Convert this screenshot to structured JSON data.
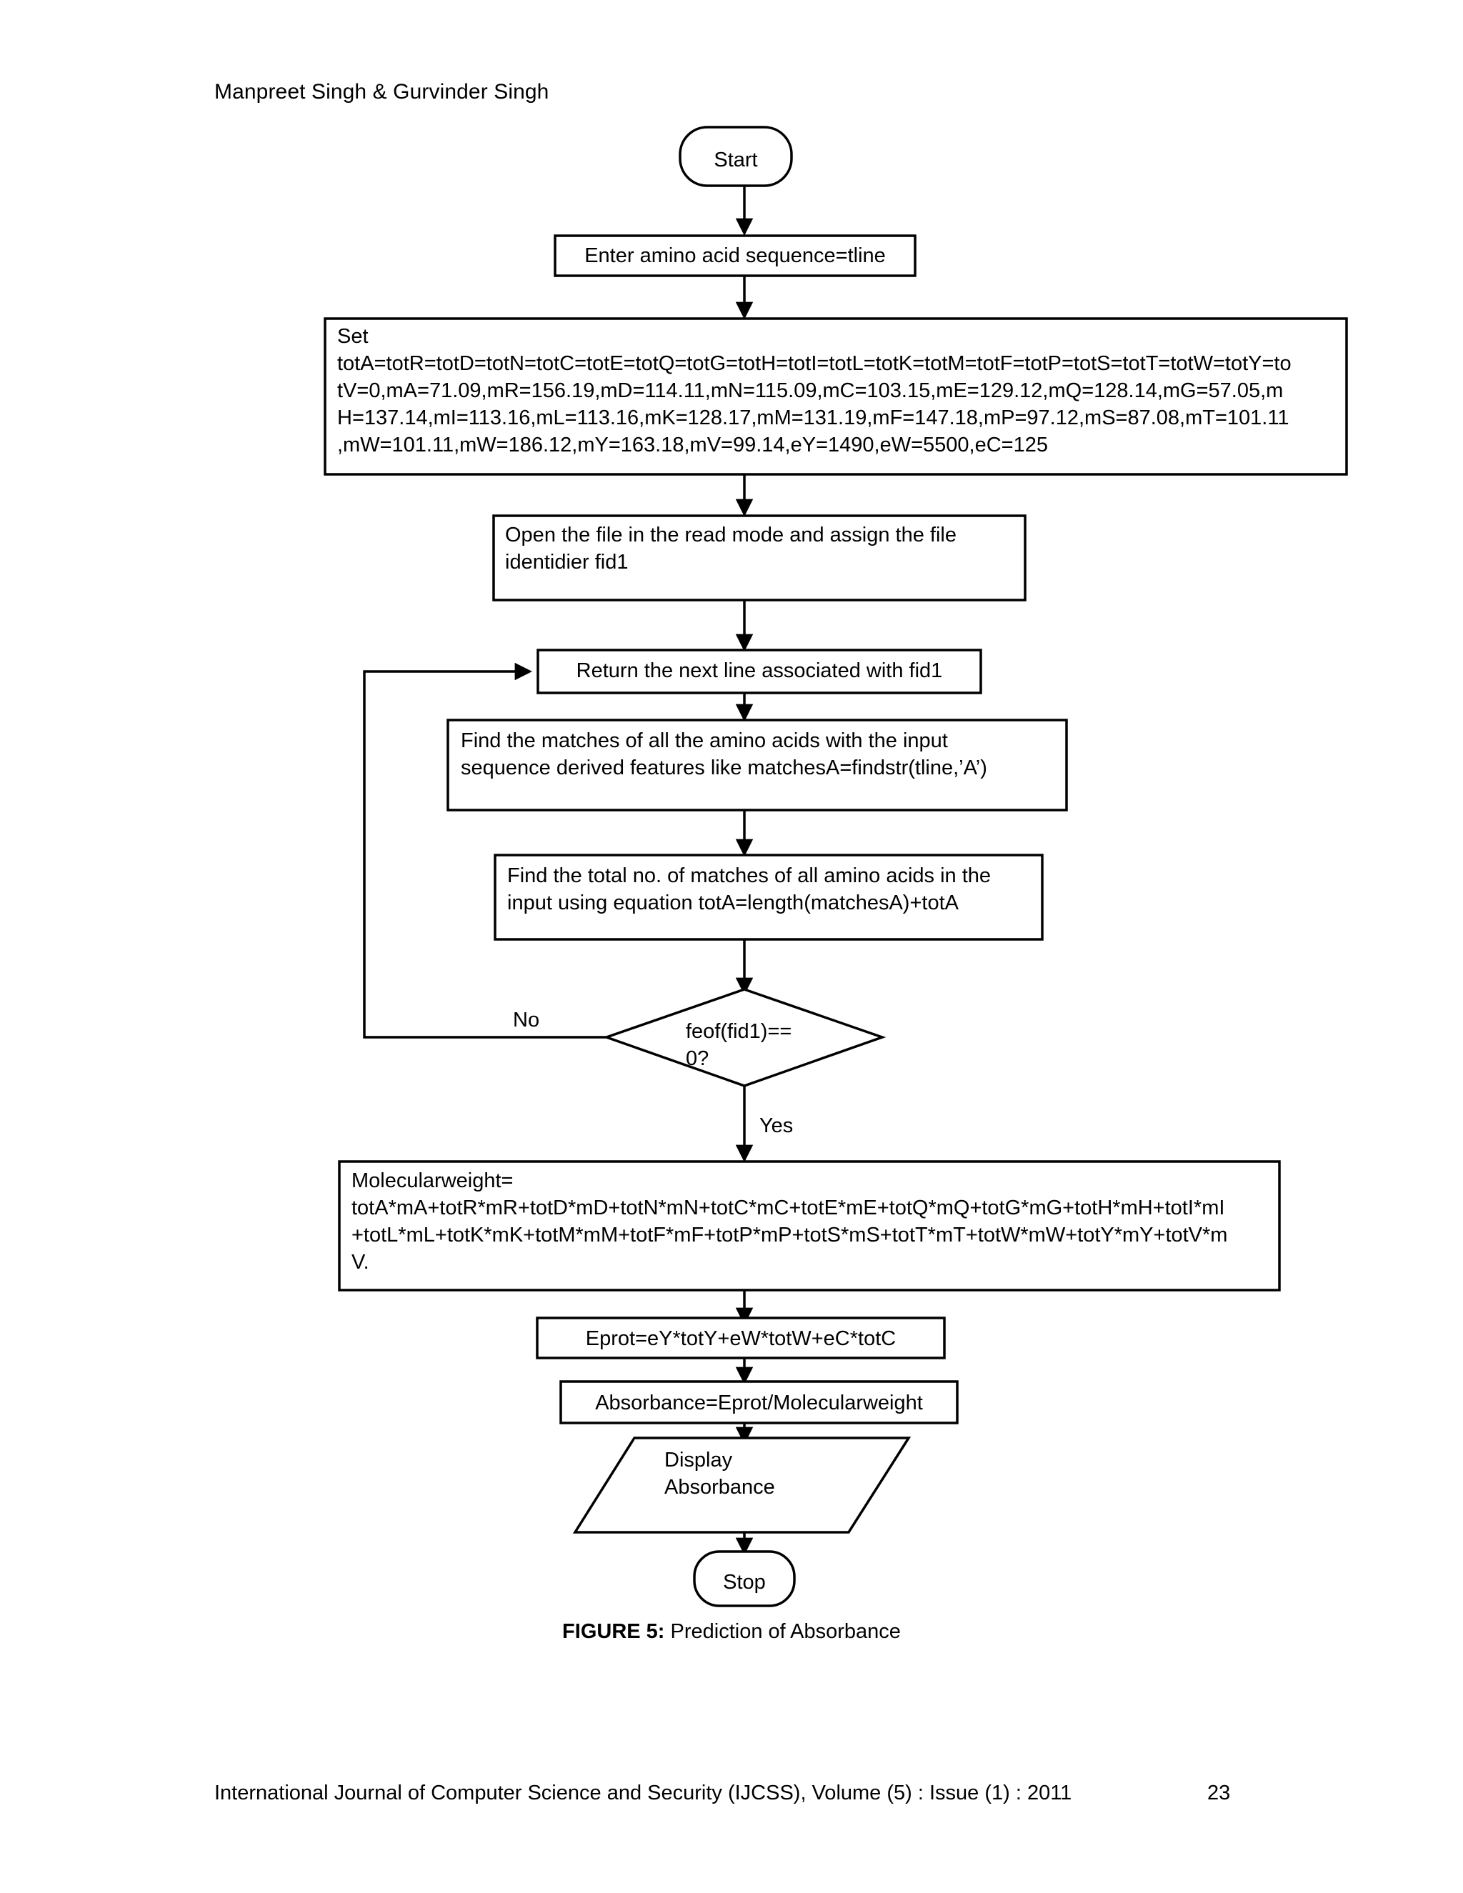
{
  "document": {
    "running_head": "Manpreet Singh & Gurvinder Singh",
    "figure_caption_label": "FIGURE 5:",
    "figure_caption_text": " Prediction of Absorbance",
    "footer_text": "International Journal of Computer Science and Security (IJCSS), Volume (5) : Issue (1) : 2011",
    "footer_page_number": "23"
  },
  "flowchart": {
    "title": "Prediction of Absorbance",
    "nodes": {
      "start": {
        "shape": "terminator",
        "label": "Start"
      },
      "enter_sequence": {
        "shape": "process",
        "label": "Enter amino acid sequence=tline"
      },
      "set_constants": {
        "shape": "process",
        "label": "Set\ntotA=totR=totD=totN=totC=totE=totQ=totG=totH=totI=totL=totK=totM=totF=totP=totS=totT=totW=totY=to\ntV=0,mA=71.09,mR=156.19,mD=114.11,mN=115.09,mC=103.15,mE=129.12,mQ=128.14,mG=57.05,m\nH=137.14,mI=113.16,mL=113.16,mK=128.17,mM=131.19,mF=147.18,mP=97.12,mS=87.08,mT=101.11\n,mW=101.11,mW=186.12,mY=163.18,mV=99.14,eY=1490,eW=5500,eC=125"
      },
      "open_file": {
        "shape": "process",
        "label": "Open the file in the read mode and assign the file\nidentidier fid1"
      },
      "return_line": {
        "shape": "process",
        "label": "Return the next line associated with fid1"
      },
      "find_matches": {
        "shape": "process",
        "label": "Find the matches of all the amino acids with the input\nsequence derived features like matchesA=findstr(tline,’A’)"
      },
      "find_total": {
        "shape": "process",
        "label": "Find the total no. of matches of all amino acids in the\ninput using equation totA=length(matchesA)+totA"
      },
      "eof_decision": {
        "shape": "decision",
        "label": "feof(fid1)==\n0?"
      },
      "molecular_weight": {
        "shape": "process",
        "label": "Molecularweight=\ntotA*mA+totR*mR+totD*mD+totN*mN+totC*mC+totE*mE+totQ*mQ+totG*mG+totH*mH+totI*mI\n+totL*mL+totK*mK+totM*mM+totF*mF+totP*mP+totS*mS+totT*mT+totW*mW+totY*mY+totV*m\nV."
      },
      "eprot": {
        "shape": "process",
        "label": "Eprot=eY*totY+eW*totW+eC*totC"
      },
      "absorbance": {
        "shape": "process",
        "label": "Absorbance=Eprot/Molecularweight"
      },
      "display_absorbance": {
        "shape": "parallelogram",
        "label": "Display\nAbsorbance"
      },
      "stop": {
        "shape": "terminator",
        "label": "Stop"
      }
    },
    "edge_labels": {
      "no": "No",
      "yes": "Yes"
    },
    "colors": {
      "stroke": "#000000",
      "fill": "#ffffff",
      "text": "#000000"
    }
  }
}
